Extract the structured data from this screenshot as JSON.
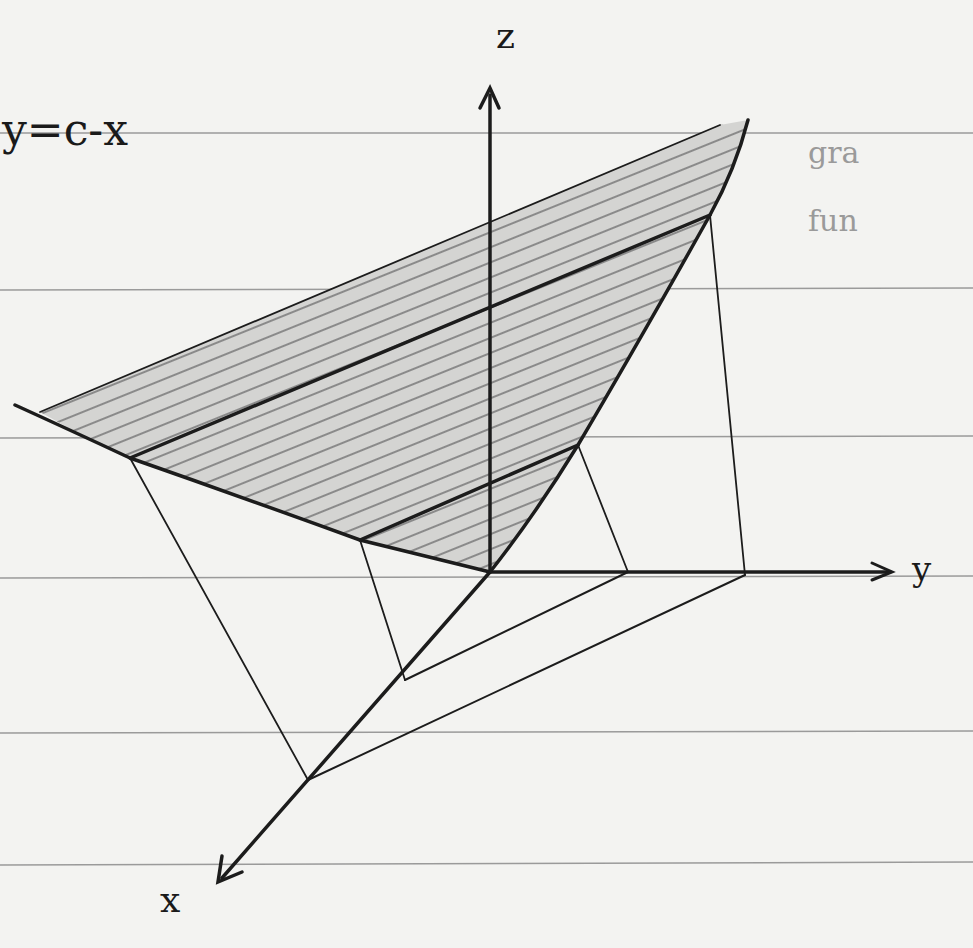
{
  "diagram": {
    "labels": [
      "y=c-x",
      "z",
      "y",
      "x",
      "gra",
      "fun"
    ]
  }
}
